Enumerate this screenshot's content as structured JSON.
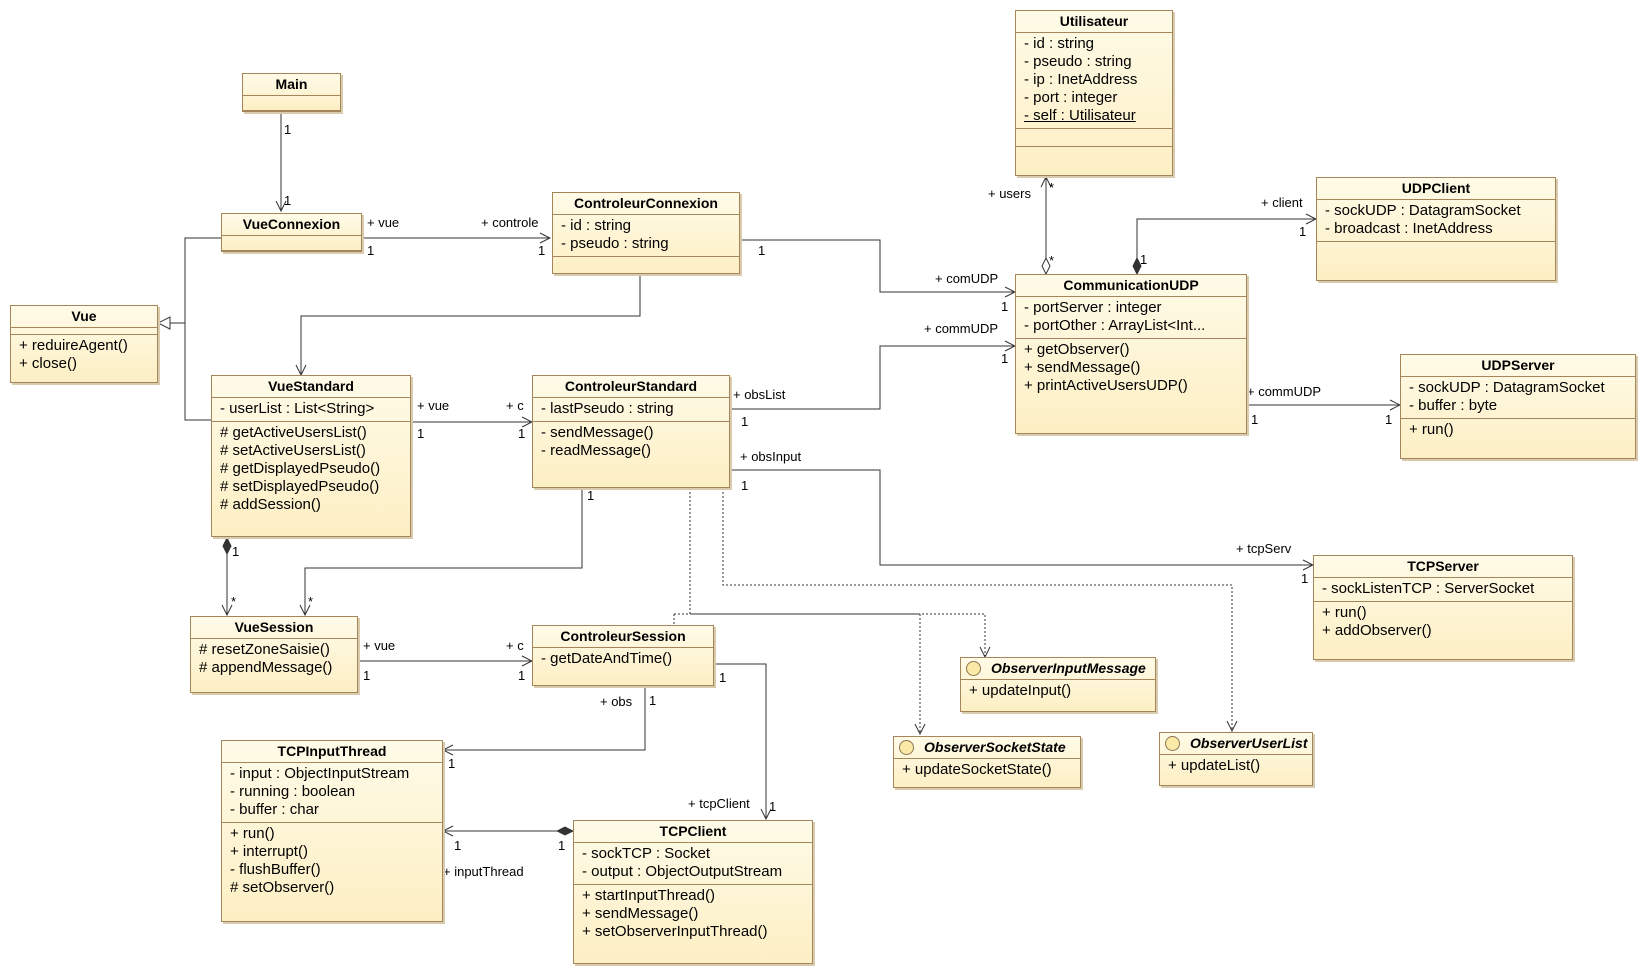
{
  "classes": {
    "main": {
      "name": "Main",
      "attributes": [],
      "operations": []
    },
    "vueconnexion": {
      "name": "VueConnexion",
      "attributes": [],
      "operations": []
    },
    "vue": {
      "name": "Vue",
      "attributes": [],
      "operations": [
        "+ reduireAgent()",
        "+ close()"
      ]
    },
    "vuestandard": {
      "name": "VueStandard",
      "attributes": [
        "- userList : List<String>"
      ],
      "operations": [
        "# getActiveUsersList()",
        "# setActiveUsersList()",
        "# getDisplayedPseudo()",
        "# setDisplayedPseudo()",
        "# addSession()"
      ]
    },
    "vuesession": {
      "name": "VueSession",
      "attributes": [],
      "operations": [
        "# resetZoneSaisie()",
        "# appendMessage()"
      ]
    },
    "controleurconnexion": {
      "name": "ControleurConnexion",
      "attributes": [
        "- id : string",
        "- pseudo : string"
      ],
      "operations": []
    },
    "controleurstandard": {
      "name": "ControleurStandard",
      "attributes": [
        "- lastPseudo : string"
      ],
      "operations": [
        "- sendMessage()",
        "- readMessage()"
      ]
    },
    "controleursession": {
      "name": "ControleurSession",
      "attributes": [],
      "operations": [
        "- getDateAndTime()"
      ]
    },
    "utilisateur": {
      "name": "Utilisateur",
      "attributes": [
        "- id : string",
        "- pseudo : string",
        "- ip : InetAddress",
        "- port : integer",
        "- self : Utilisateur"
      ],
      "operations": []
    },
    "communicationudp": {
      "name": "CommunicationUDP",
      "attributes": [
        "- portServer : integer",
        "- portOther : ArrayList<Int..."
      ],
      "operations": [
        "+ getObserver()",
        "+ sendMessage()",
        "+ printActiveUsersUDP()"
      ]
    },
    "udpclient": {
      "name": "UDPClient",
      "attributes": [
        "- sockUDP : DatagramSocket",
        "- broadcast : InetAddress"
      ],
      "operations": []
    },
    "udpserver": {
      "name": "UDPServer",
      "attributes": [
        "- sockUDP : DatagramSocket",
        "- buffer : byte"
      ],
      "operations": [
        "+ run()"
      ]
    },
    "tcpserver": {
      "name": "TCPServer",
      "attributes": [
        "- sockListenTCP : ServerSocket"
      ],
      "operations": [
        "+ run()",
        "+ addObserver()"
      ]
    },
    "observerinputmessage": {
      "name": "ObserverInputMessage",
      "attributes": [],
      "operations": [
        "+ updateInput()"
      ]
    },
    "observersocketstate": {
      "name": "ObserverSocketState",
      "attributes": [],
      "operations": [
        "+ updateSocketState()"
      ]
    },
    "observeruserlist": {
      "name": "ObserverUserList",
      "attributes": [],
      "operations": [
        "+ updateList()"
      ]
    },
    "tcpinputthread": {
      "name": "TCPInputThread",
      "attributes": [
        "- input : ObjectInputStream",
        "- running : boolean",
        "- buffer : char"
      ],
      "operations": [
        "+ run()",
        "+ interrupt()",
        "- flushBuffer()",
        "# setObserver()"
      ]
    },
    "tcpclient": {
      "name": "TCPClient",
      "attributes": [
        "- sockTCP : Socket",
        "- output : ObjectOutputStream"
      ],
      "operations": [
        "+ startInputThread()",
        "+ sendMessage()",
        "+ setObserverInputThread()"
      ]
    }
  },
  "labels": {
    "main_mult": "1",
    "vc_mult_top": "1",
    "vc_vue": "+ vue",
    "vc_mult_1": "1",
    "cc_controle": "+ controle",
    "cc_mult_1": "1",
    "cc_mult_right": "1",
    "comudp_role": "+ comUDP",
    "comudp_mult": "1",
    "users_role": "+ users",
    "users_star": "*",
    "users_star2": "*",
    "client_role": "+ client",
    "client_mult": "1",
    "cudp_client_mult": "1",
    "vs_vue": "+ vue",
    "vs_mult_1": "1",
    "cs_c": "+ c",
    "cs_mult_1": "1",
    "obslist_role": "+ obsList",
    "obslist_mult": "1",
    "commudp_role": "+ commUDP",
    "commudp_mult": "1",
    "udps_role": "+ commUDP",
    "udps_mult_left": "1",
    "udps_mult_right": "1",
    "obsinput_role": "+ obsInput",
    "obsinput_mult": "1",
    "tcpserv_role": "+ tcpServ",
    "tcpserv_mult": "1",
    "cstd_mult_down": "1",
    "vsess_star_a": "*",
    "vsess_star_b": "*",
    "vstd_comp_mult": "1",
    "sess_vue": "+ vue",
    "sess_mult_1": "1",
    "csess_c": "+ c",
    "csess_mult_1": "1",
    "obs_role": "+ obs",
    "obs_mult": "1",
    "tit_mult": "1",
    "csess_mult_right": "1",
    "tcpclient_role": "+ tcpClient",
    "tcpclient_mult": "1",
    "inputthread_role": "+ inputThread",
    "it_mult_left": "1",
    "it_mult_right": "1"
  }
}
